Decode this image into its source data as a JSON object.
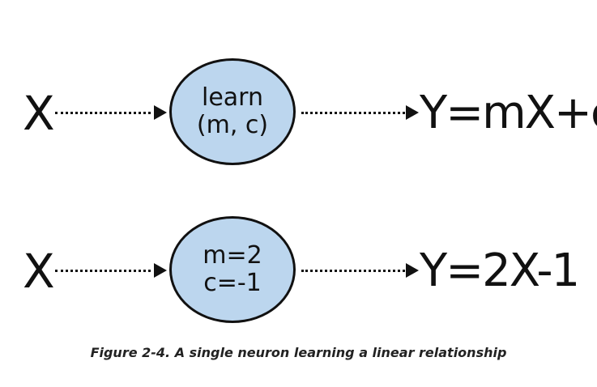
{
  "diagram": {
    "rows": [
      {
        "input": "X",
        "neuron_lines": [
          "learn",
          "(m, c)"
        ],
        "output": "Y=mX+c"
      },
      {
        "input": "X",
        "neuron_lines": [
          "m=2",
          "c=-1"
        ],
        "output": "Y=2X-1"
      }
    ],
    "colors": {
      "neuron_fill": "#bcd6ee",
      "stroke": "#111111"
    }
  },
  "caption": "Figure 2-4. A single neuron learning a linear relationship"
}
